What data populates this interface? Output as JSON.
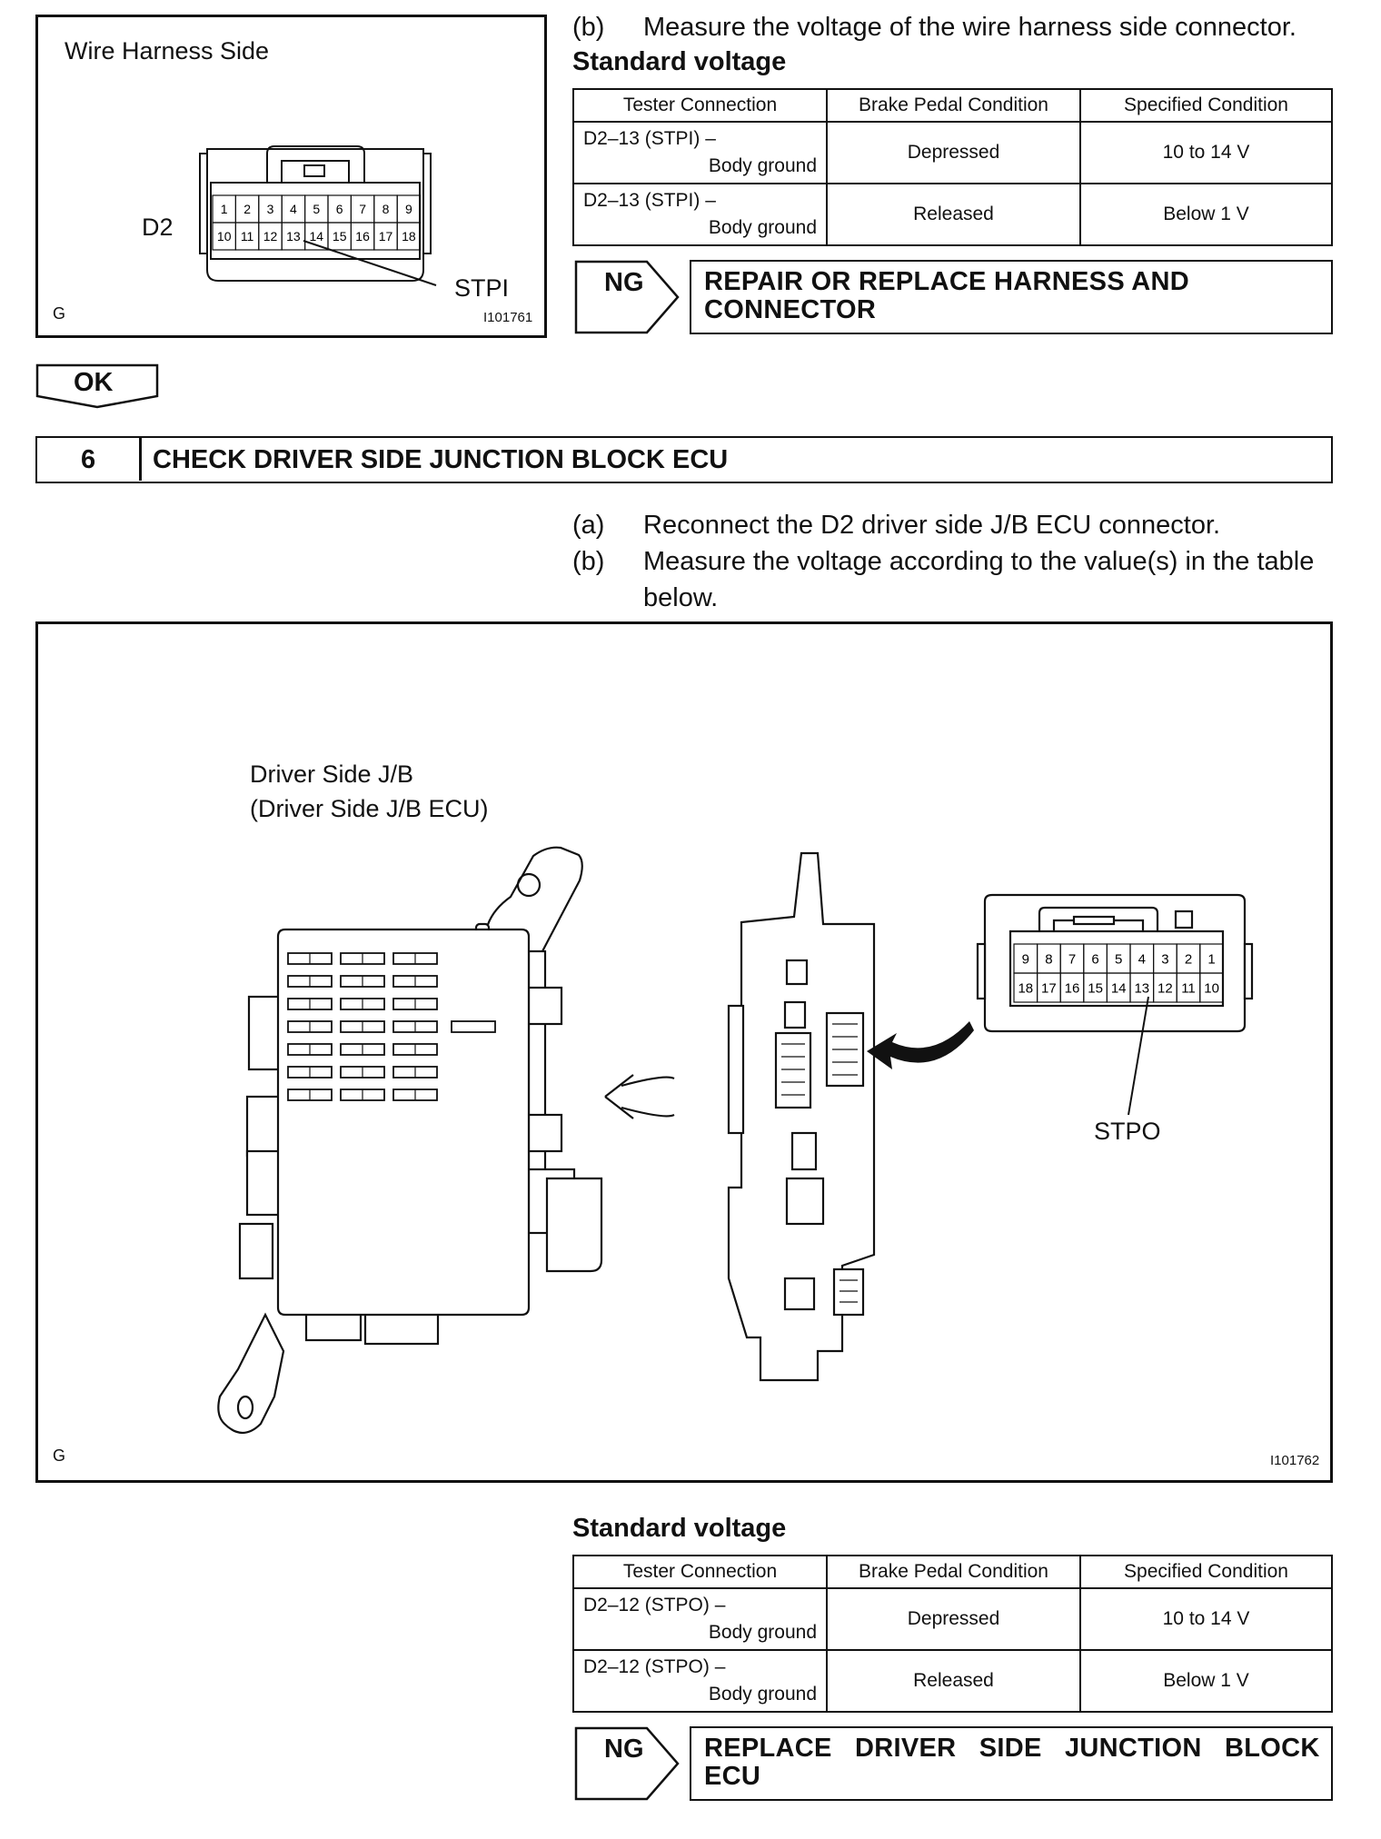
{
  "top": {
    "figure1": {
      "title": "Wire Harness Side",
      "connector": "D2",
      "pin_label": "STPI",
      "g_mark": "G",
      "fig_id": "I101761",
      "pins_top": [
        "1",
        "2",
        "3",
        "4",
        "5",
        "6",
        "7",
        "8",
        "9"
      ],
      "pins_bottom": [
        "10",
        "11",
        "12",
        "13",
        "14",
        "15",
        "16",
        "17",
        "18"
      ]
    },
    "step_b": {
      "num": "(b)",
      "text": "Measure the voltage of the wire harness side connector."
    },
    "std_voltage": "Standard voltage",
    "table": {
      "headers": [
        "Tester Connection",
        "Brake Pedal Condition",
        "Specified Condition"
      ],
      "rows": [
        {
          "conn1": "D2–13 (STPI) –",
          "conn2": "Body ground",
          "pedal": "Depressed",
          "spec": "10 to 14 V"
        },
        {
          "conn1": "D2–13 (STPI) –",
          "conn2": "Body ground",
          "pedal": "Released",
          "spec": "Below 1 V"
        }
      ]
    },
    "ng": {
      "tag": "NG",
      "line1": "REPAIR OR REPLACE HARNESS AND",
      "line2": "CONNECTOR"
    }
  },
  "ok_label": "OK",
  "step6": {
    "number": "6",
    "title": "CHECK DRIVER SIDE JUNCTION BLOCK ECU"
  },
  "instructions": [
    {
      "num": "(a)",
      "text": "Reconnect the D2 driver side J/B ECU connector."
    },
    {
      "num": "(b)",
      "text": "Measure the voltage according to the value(s) in the table",
      "text2": "below."
    }
  ],
  "figure2": {
    "jb_label1": "Driver Side J/B",
    "jb_label2": "(Driver Side J/B ECU)",
    "pin_label": "STPO",
    "g_mark": "G",
    "fig_id": "I101762",
    "pins_top": [
      "9",
      "8",
      "7",
      "6",
      "5",
      "4",
      "3",
      "2",
      "1"
    ],
    "pins_bottom": [
      "18",
      "17",
      "16",
      "15",
      "14",
      "13",
      "12",
      "11",
      "10"
    ]
  },
  "bottom": {
    "std_voltage": "Standard voltage",
    "table": {
      "headers": [
        "Tester Connection",
        "Brake Pedal Condition",
        "Specified Condition"
      ],
      "rows": [
        {
          "conn1": "D2–12 (STPO) –",
          "conn2": "Body ground",
          "pedal": "Depressed",
          "spec": "10 to 14 V"
        },
        {
          "conn1": "D2–12 (STPO) –",
          "conn2": "Body ground",
          "pedal": "Released",
          "spec": "Below 1 V"
        }
      ]
    },
    "ng": {
      "tag": "NG",
      "line1": "REPLACE DRIVER SIDE JUNCTION BLOCK",
      "line2": "ECU"
    }
  }
}
